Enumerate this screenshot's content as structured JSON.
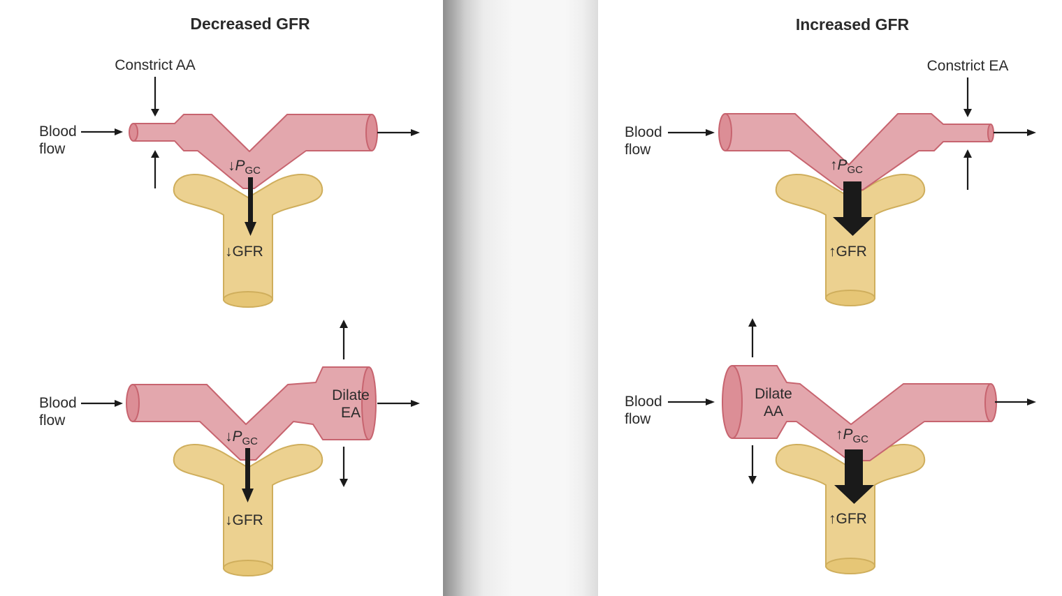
{
  "panels": {
    "decreased": {
      "title": "Decreased GFR",
      "constrict_label": "Constrict AA",
      "blood": "Blood",
      "flow": "flow",
      "pgc_arrow": "↓",
      "pgc_p": "P",
      "pgc_sub": "GC",
      "gfr": "↓GFR",
      "dilate_line1": "Dilate",
      "dilate_line2": "EA"
    },
    "increased": {
      "title": "Increased GFR",
      "constrict_label": "Constrict EA",
      "blood": "Blood",
      "flow": "flow",
      "pgc_arrow": "↑",
      "pgc_p": "P",
      "pgc_sub": "GC",
      "gfr": "↑GFR",
      "dilate_line1": "Dilate",
      "dilate_line2": "AA"
    }
  },
  "colors": {
    "vessel": "#e3a7ad",
    "vessel_outline": "#c7646f",
    "tubule": "#ecd190",
    "tubule_outline": "#cfae5c"
  }
}
